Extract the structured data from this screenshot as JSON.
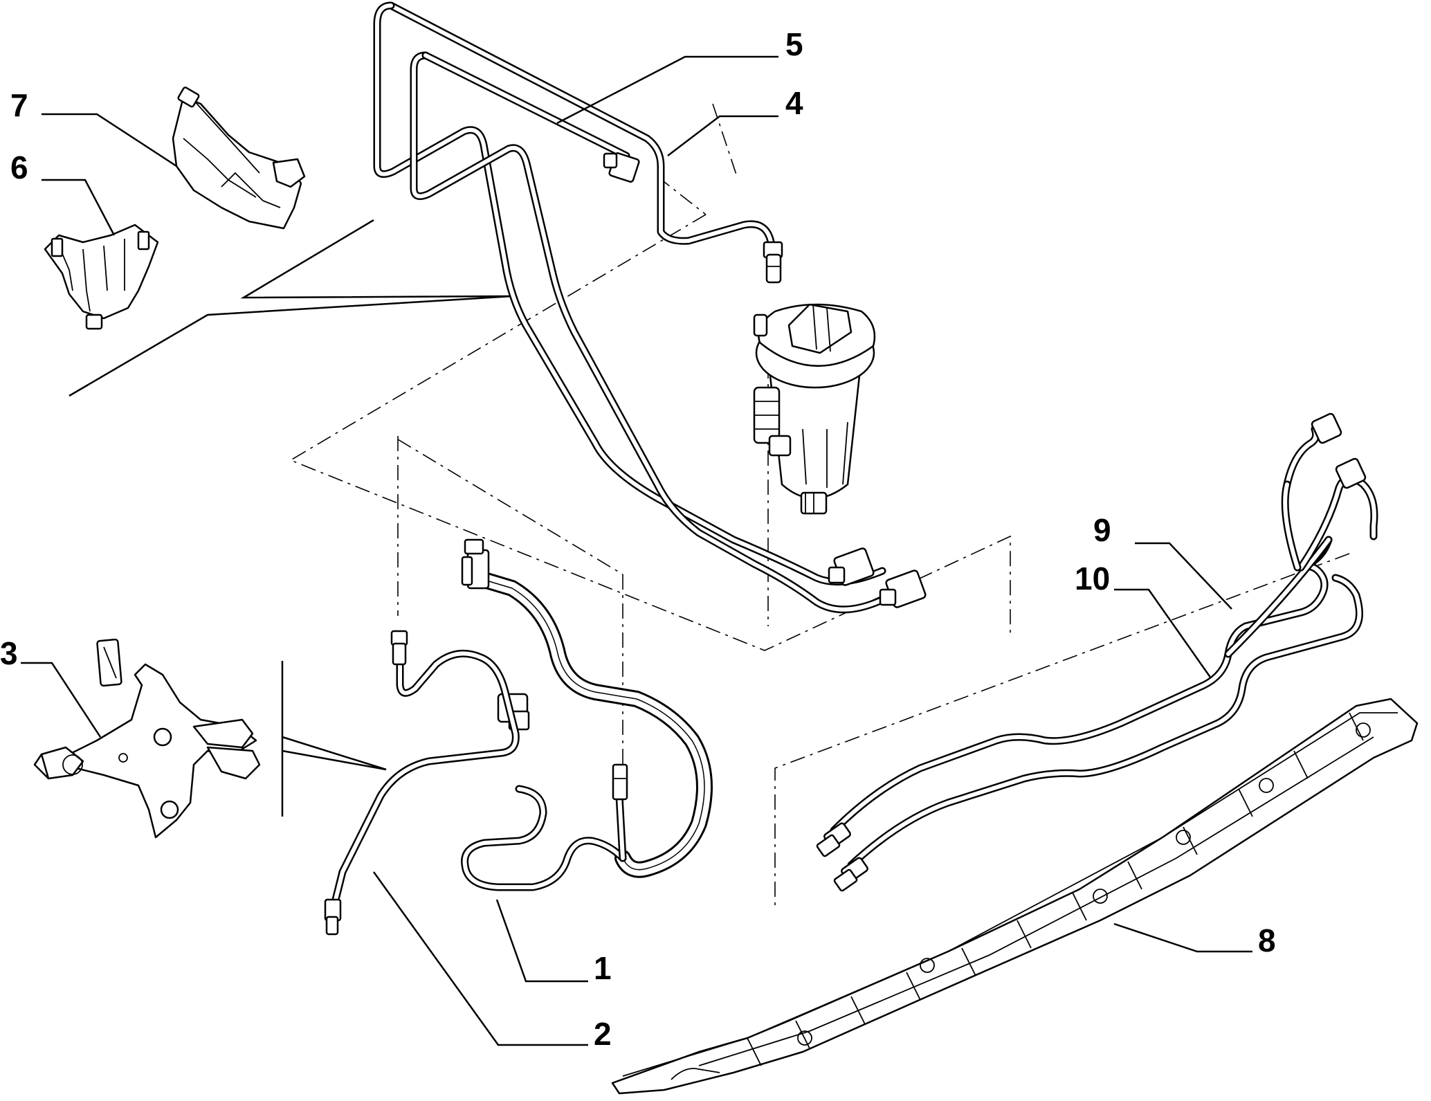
{
  "diagram": {
    "callouts": [
      {
        "id": "1",
        "label": "1"
      },
      {
        "id": "2",
        "label": "2"
      },
      {
        "id": "3",
        "label": "3"
      },
      {
        "id": "4",
        "label": "4"
      },
      {
        "id": "5",
        "label": "5"
      },
      {
        "id": "6",
        "label": "6"
      },
      {
        "id": "7",
        "label": "7"
      },
      {
        "id": "8",
        "label": "8"
      },
      {
        "id": "9",
        "label": "9"
      },
      {
        "id": "10",
        "label": "10"
      }
    ],
    "colors": {
      "line": "#000000",
      "background": "#ffffff"
    }
  }
}
